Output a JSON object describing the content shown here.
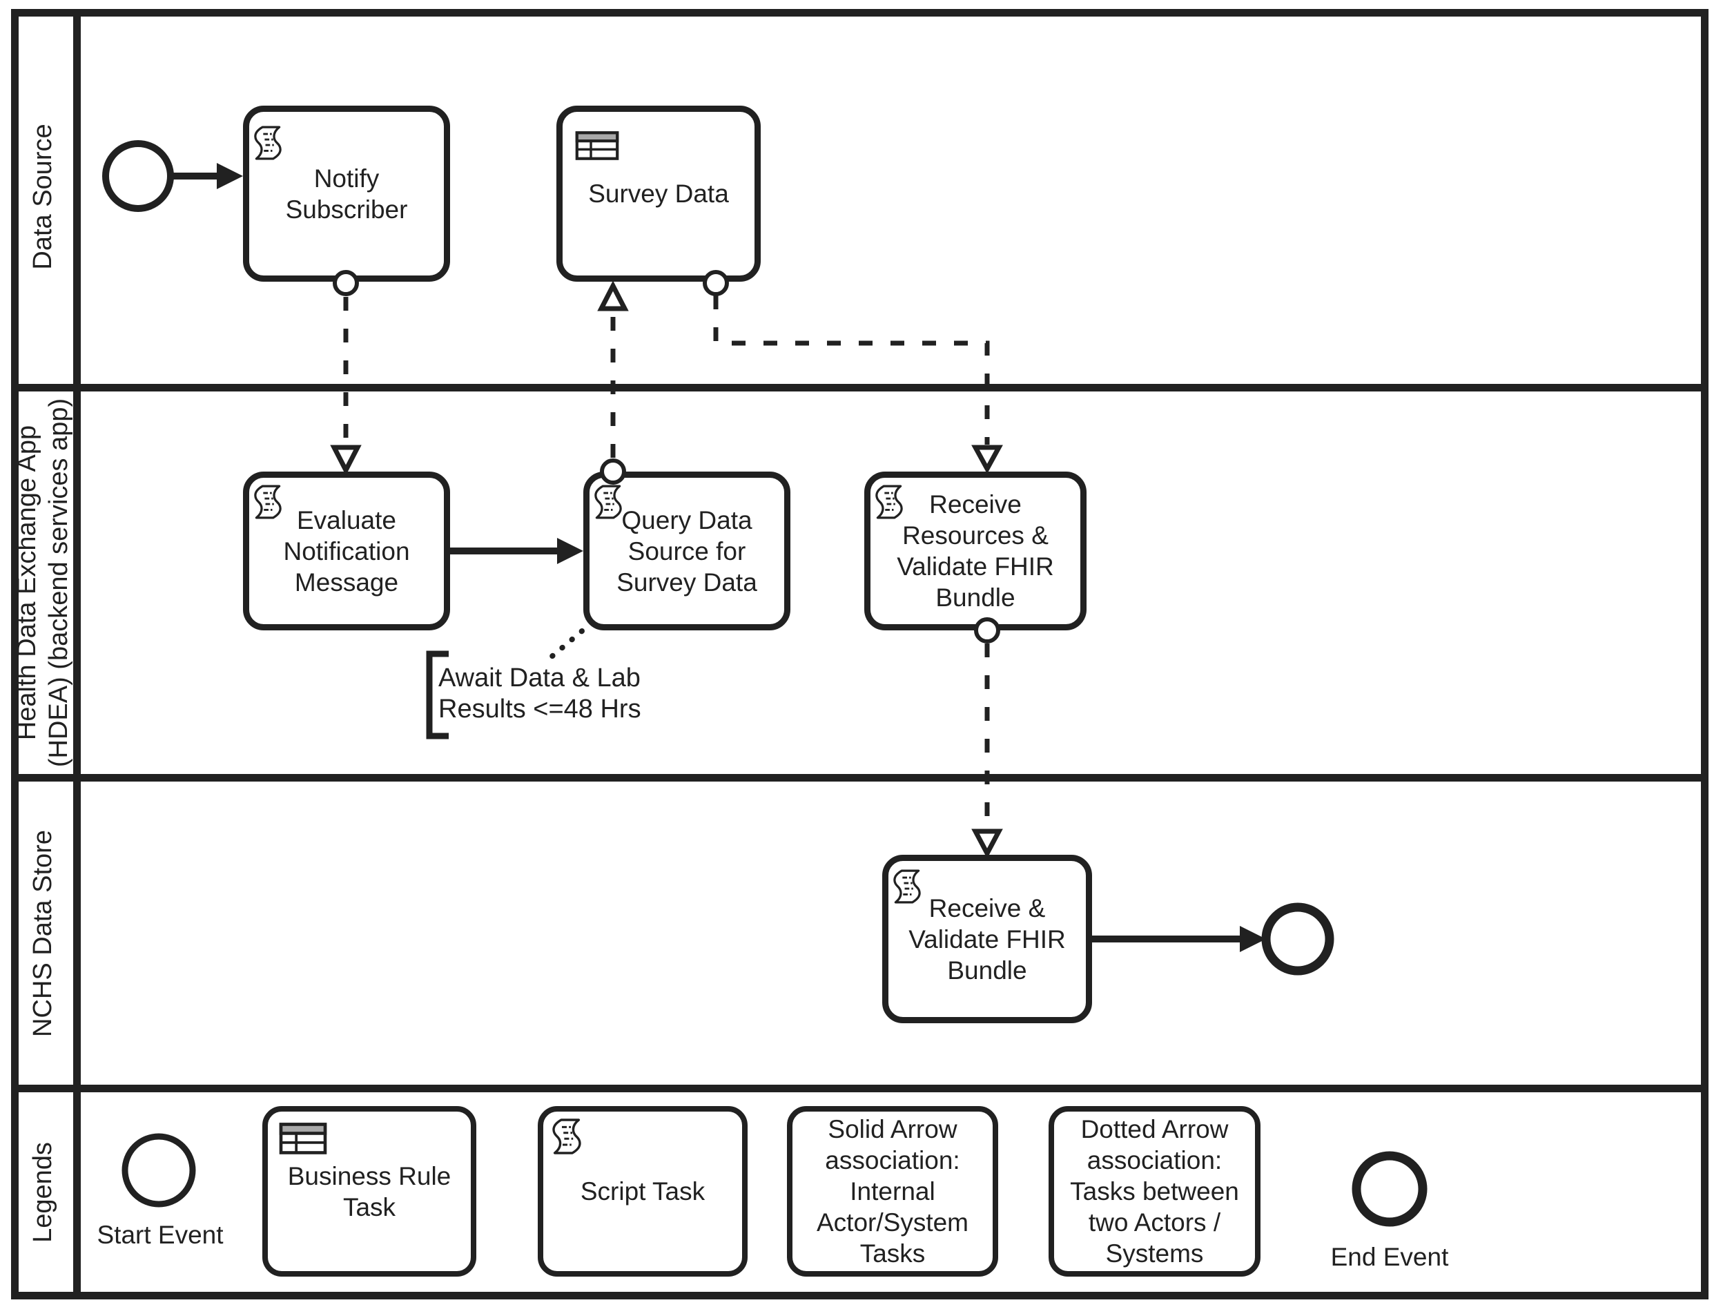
{
  "diagram": {
    "title_hint": "BPMN swimlane process diagram",
    "colors": {
      "stroke": "#212121",
      "text": "#212121",
      "background": "#ffffff",
      "table_icon_header_fill": "#a9a9a9"
    },
    "lanes": [
      {
        "label": "Data Source"
      },
      {
        "label": "Health Data Exchange App\n(HDEA) (backend services app)"
      },
      {
        "label": "NCHS Data Store"
      },
      {
        "label": "Legends"
      }
    ],
    "nodes": {
      "start_event": {
        "type": "start-event"
      },
      "notify_subscriber": {
        "label": "Notify\nSubscriber",
        "icon": "script-task-icon"
      },
      "survey_data": {
        "label": "Survey Data",
        "icon": "business-rule-task-icon"
      },
      "evaluate_notification": {
        "label": "Evaluate\nNotification\nMessage",
        "icon": "script-task-icon"
      },
      "query_data_source": {
        "label": "Query Data\nSource for\nSurvey Data",
        "icon": "script-task-icon"
      },
      "receive_resources": {
        "label": "Receive\nResources &\nValidate FHIR\nBundle",
        "icon": "script-task-icon"
      },
      "receive_validate": {
        "label": "Receive &\nValidate FHIR\nBundle",
        "icon": "script-task-icon"
      },
      "end_event": {
        "type": "end-event"
      }
    },
    "annotation": {
      "text": "Await Data & Lab\nResults <=48 Hrs"
    },
    "legend": {
      "start_event_label": "Start Event",
      "business_rule_task": "Business Rule\nTask",
      "script_task": "Script Task",
      "solid_arrow": "Solid Arrow\nassociation:\nInternal\nActor/System\nTasks",
      "dotted_arrow": "Dotted Arrow\nassociation:\nTasks between\ntwo Actors /\nSystems",
      "end_event_label": "End Event"
    }
  }
}
